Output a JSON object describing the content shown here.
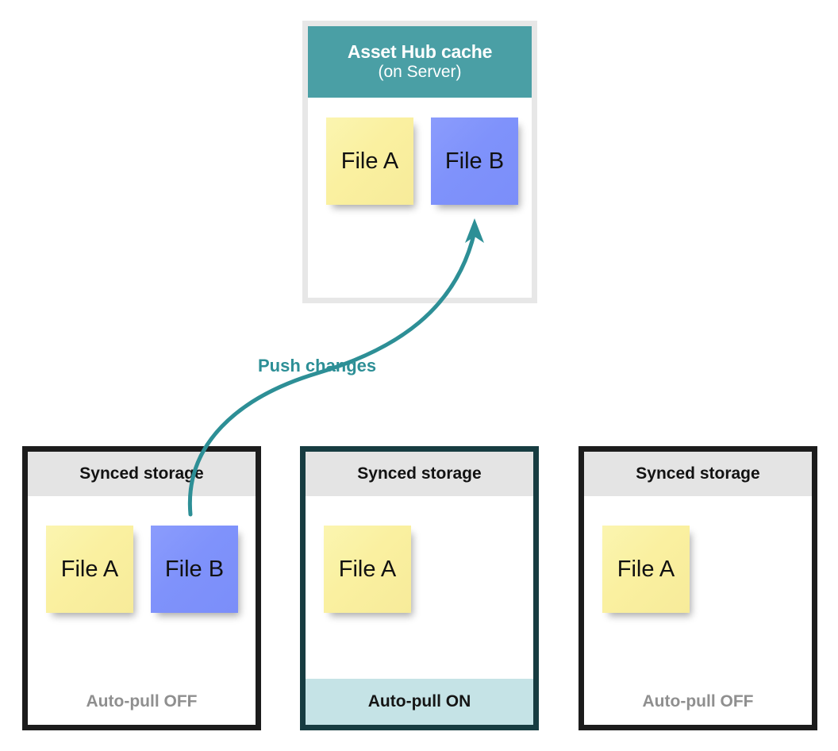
{
  "diagram": {
    "hub": {
      "title": "Asset Hub cache",
      "subtitle": "(on Server)",
      "header_color": "#4a9fa5",
      "notes": [
        {
          "label": "File A",
          "color": "#faf2a8",
          "kind": "yellow"
        },
        {
          "label": "File B",
          "color": "#7f92fb",
          "kind": "blue"
        }
      ]
    },
    "arrow": {
      "label": "Push changes",
      "color": "#2d8f96",
      "direction": "up"
    },
    "storages": [
      {
        "header": "Synced storage",
        "footer": "Auto-pull OFF",
        "footer_state": "off",
        "notes": [
          {
            "label": "File A",
            "color": "#faf2a8",
            "kind": "yellow"
          },
          {
            "label": "File B",
            "color": "#7f92fb",
            "kind": "blue"
          }
        ]
      },
      {
        "header": "Synced storage",
        "footer": "Auto-pull ON",
        "footer_state": "on",
        "notes": [
          {
            "label": "File A",
            "color": "#faf2a8",
            "kind": "yellow"
          }
        ]
      },
      {
        "header": "Synced storage",
        "footer": "Auto-pull OFF",
        "footer_state": "off",
        "notes": [
          {
            "label": "File A",
            "color": "#faf2a8",
            "kind": "yellow"
          }
        ]
      }
    ]
  }
}
